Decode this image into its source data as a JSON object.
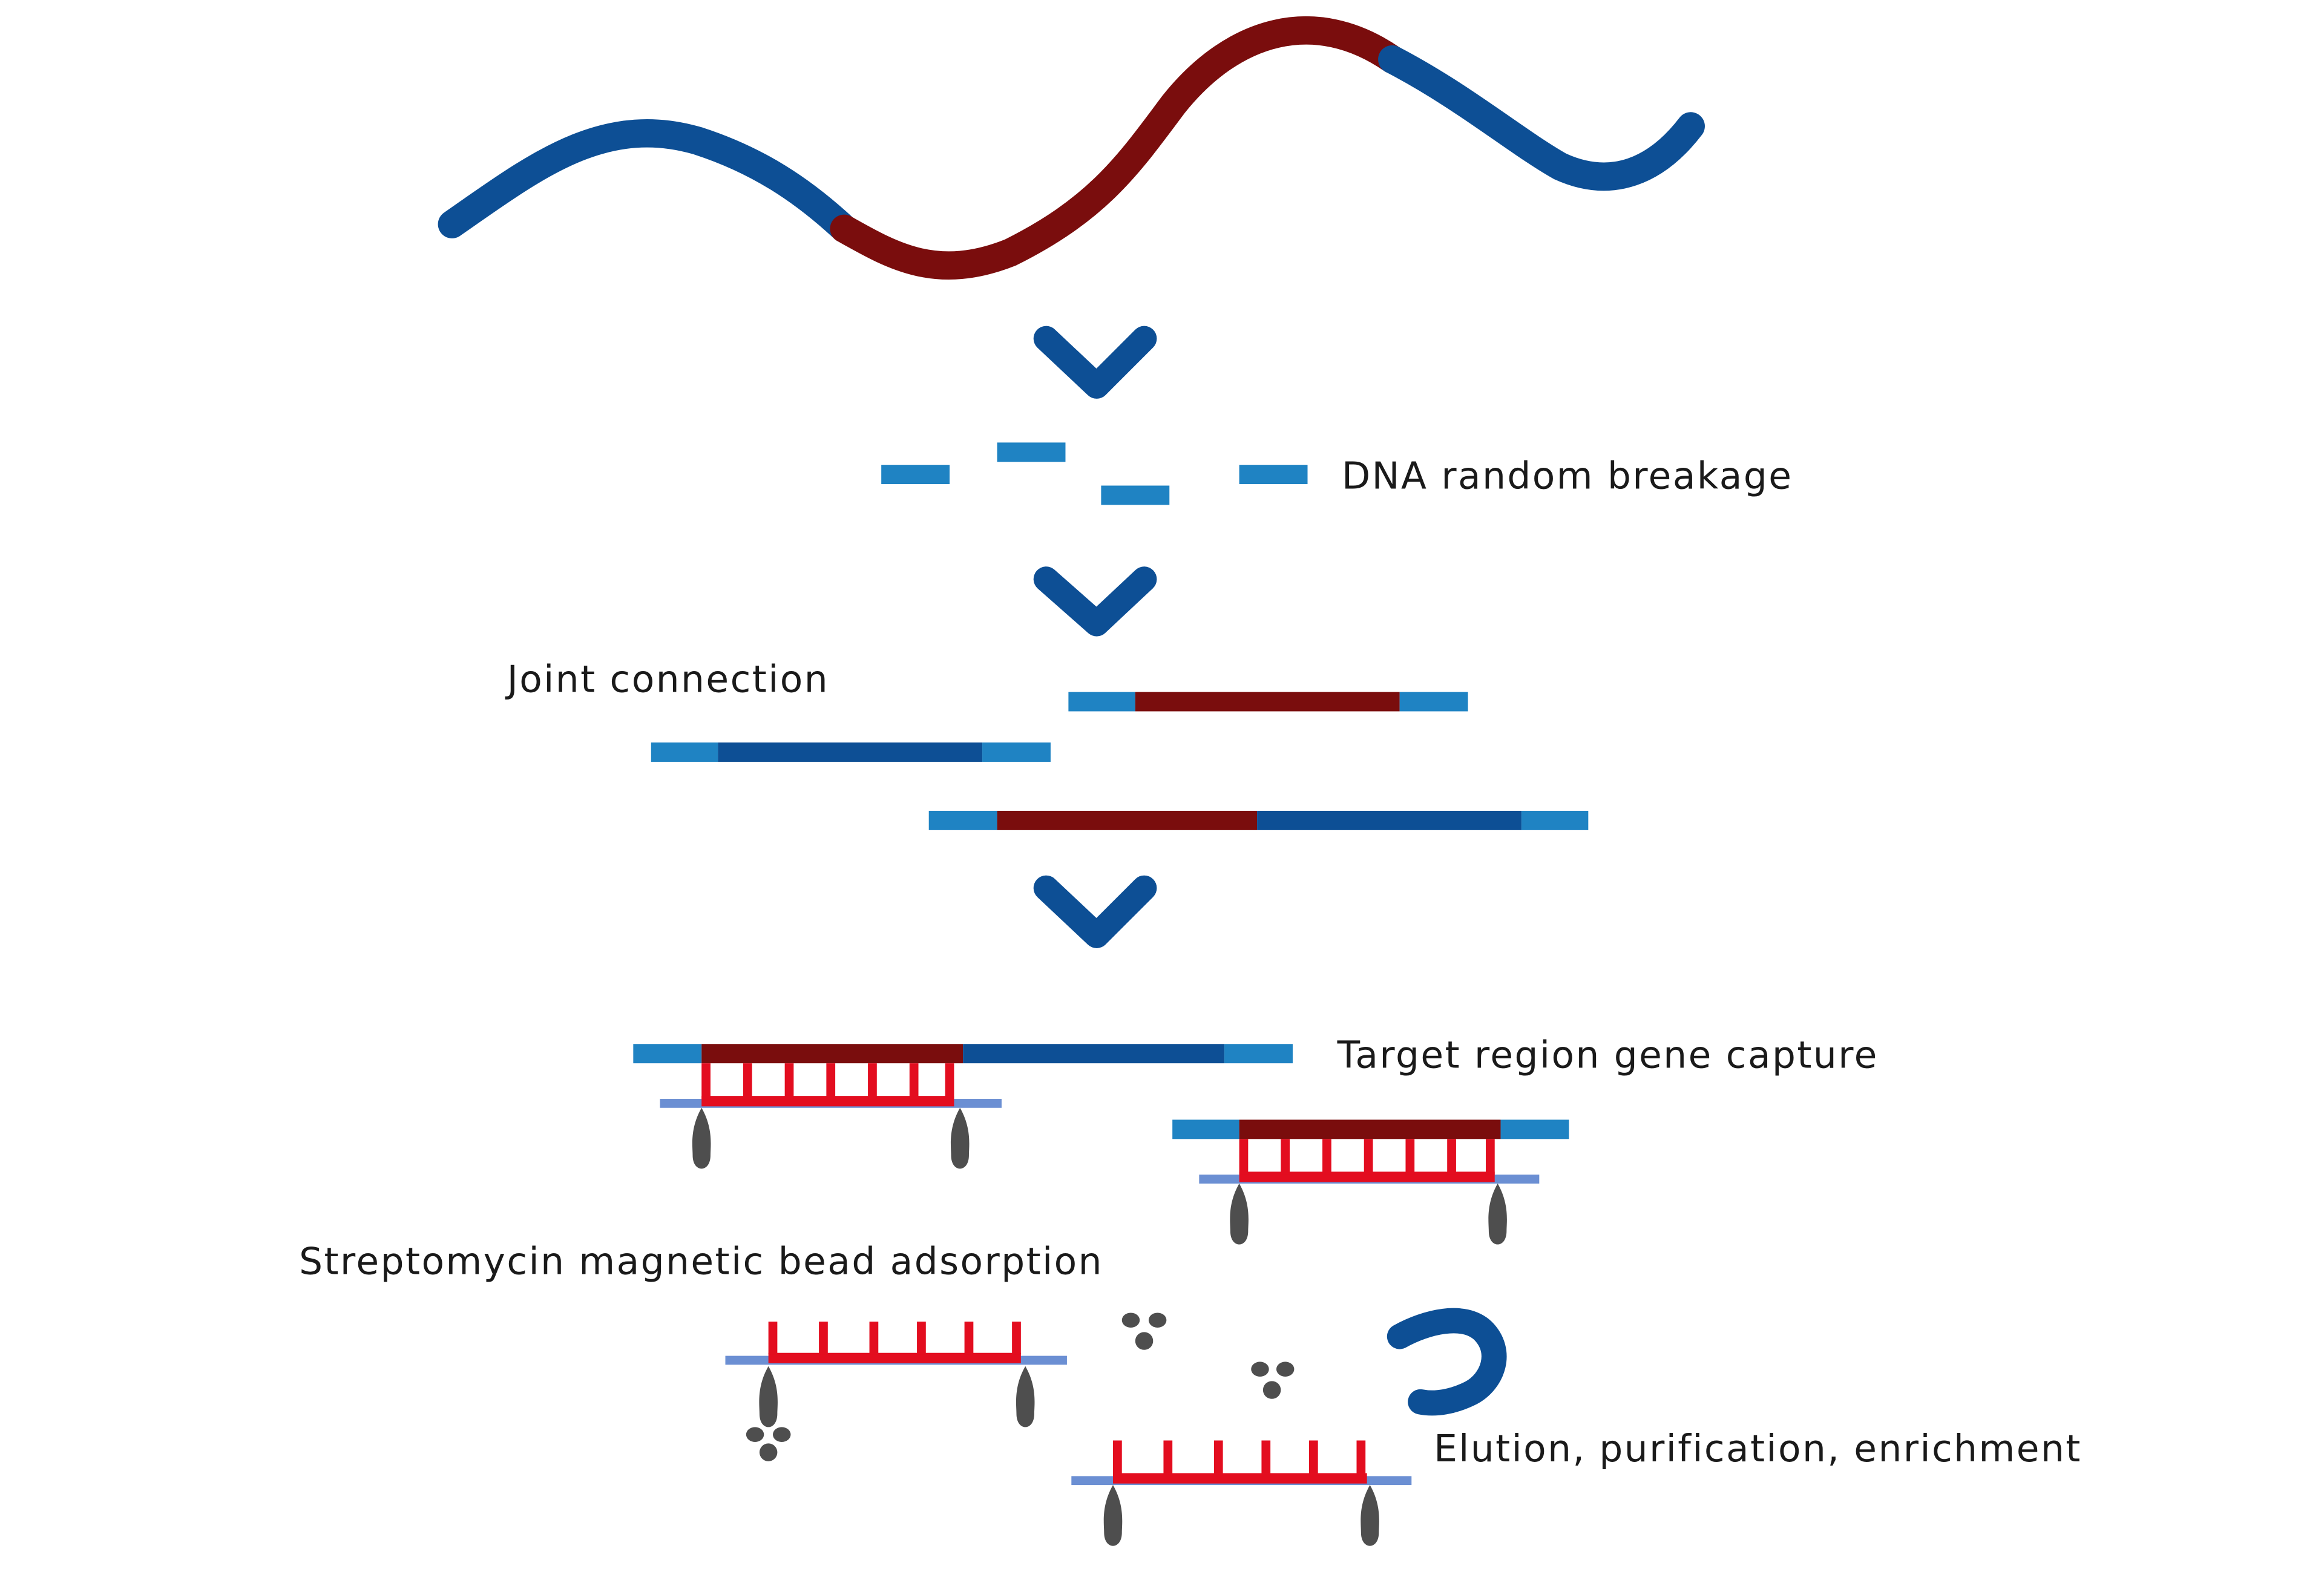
{
  "labels": {
    "breakage": "DNA random breakage",
    "joint": "Joint connection",
    "capture": "Target region gene capture",
    "adsorption": "Streptomycin magnetic bead adsorption",
    "elution": "Elution, purification, enrichment"
  },
  "colors": {
    "dna_blue": "#0d4f95",
    "target_red": "#7a0d0d",
    "adapter_blue": "#1f83c3",
    "probe_red": "#e30d1f",
    "probe_backbone": "#6b8fd3",
    "bead_gray": "#4e4e4e"
  },
  "icons": {
    "step_arrow": "chevron-down-icon",
    "bead": "magnetic-bead-icon",
    "antibody": "streptavidin-icon"
  }
}
